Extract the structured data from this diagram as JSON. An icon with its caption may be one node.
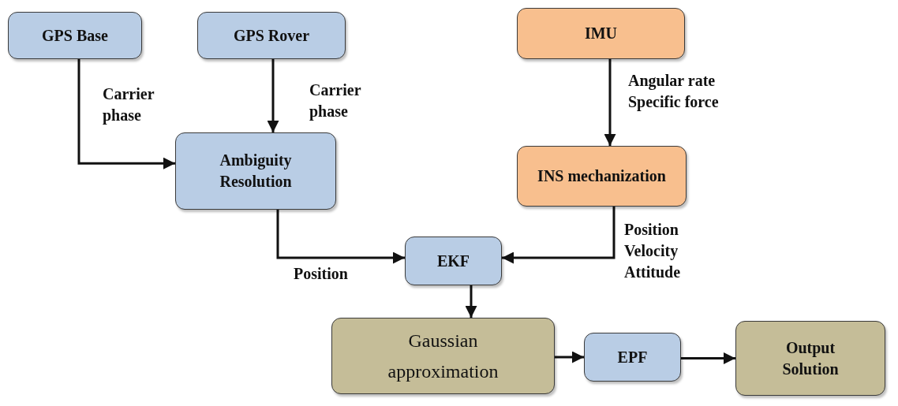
{
  "diagram": {
    "nodes": [
      {
        "text": [
          "GPS Base"
        ]
      },
      {
        "text": [
          "GPS Rover"
        ]
      },
      {
        "text": [
          "IMU"
        ]
      },
      {
        "text": [
          "Ambiguity Resolution"
        ]
      },
      {
        "text": [
          "INS mechanization"
        ]
      },
      {
        "text": [
          "EKF"
        ]
      },
      {
        "text": [
          "Gaussian approximation"
        ]
      },
      {
        "text": [
          "EPF"
        ]
      },
      {
        "text": [
          "Output Solution"
        ]
      }
    ],
    "edges": [
      {
        "from": 0,
        "to": 3,
        "arrow": "to",
        "label": "Carrier phase"
      },
      {
        "from": 1,
        "to": 3,
        "arrow": "to",
        "label": "Carrier phase"
      },
      {
        "from": 2,
        "to": 4,
        "arrow": "to",
        "label": "Angular rate Specific force"
      },
      {
        "from": 3,
        "to": 5,
        "arrow": "to",
        "label": "Position"
      },
      {
        "from": 4,
        "to": 5,
        "arrow": "to",
        "label": "Position Velocity Attitude"
      },
      {
        "from": 5,
        "to": 6,
        "arrow": "to"
      },
      {
        "from": 6,
        "to": 7,
        "arrow": "to"
      },
      {
        "from": 7,
        "to": 8,
        "arrow": "to"
      }
    ]
  }
}
